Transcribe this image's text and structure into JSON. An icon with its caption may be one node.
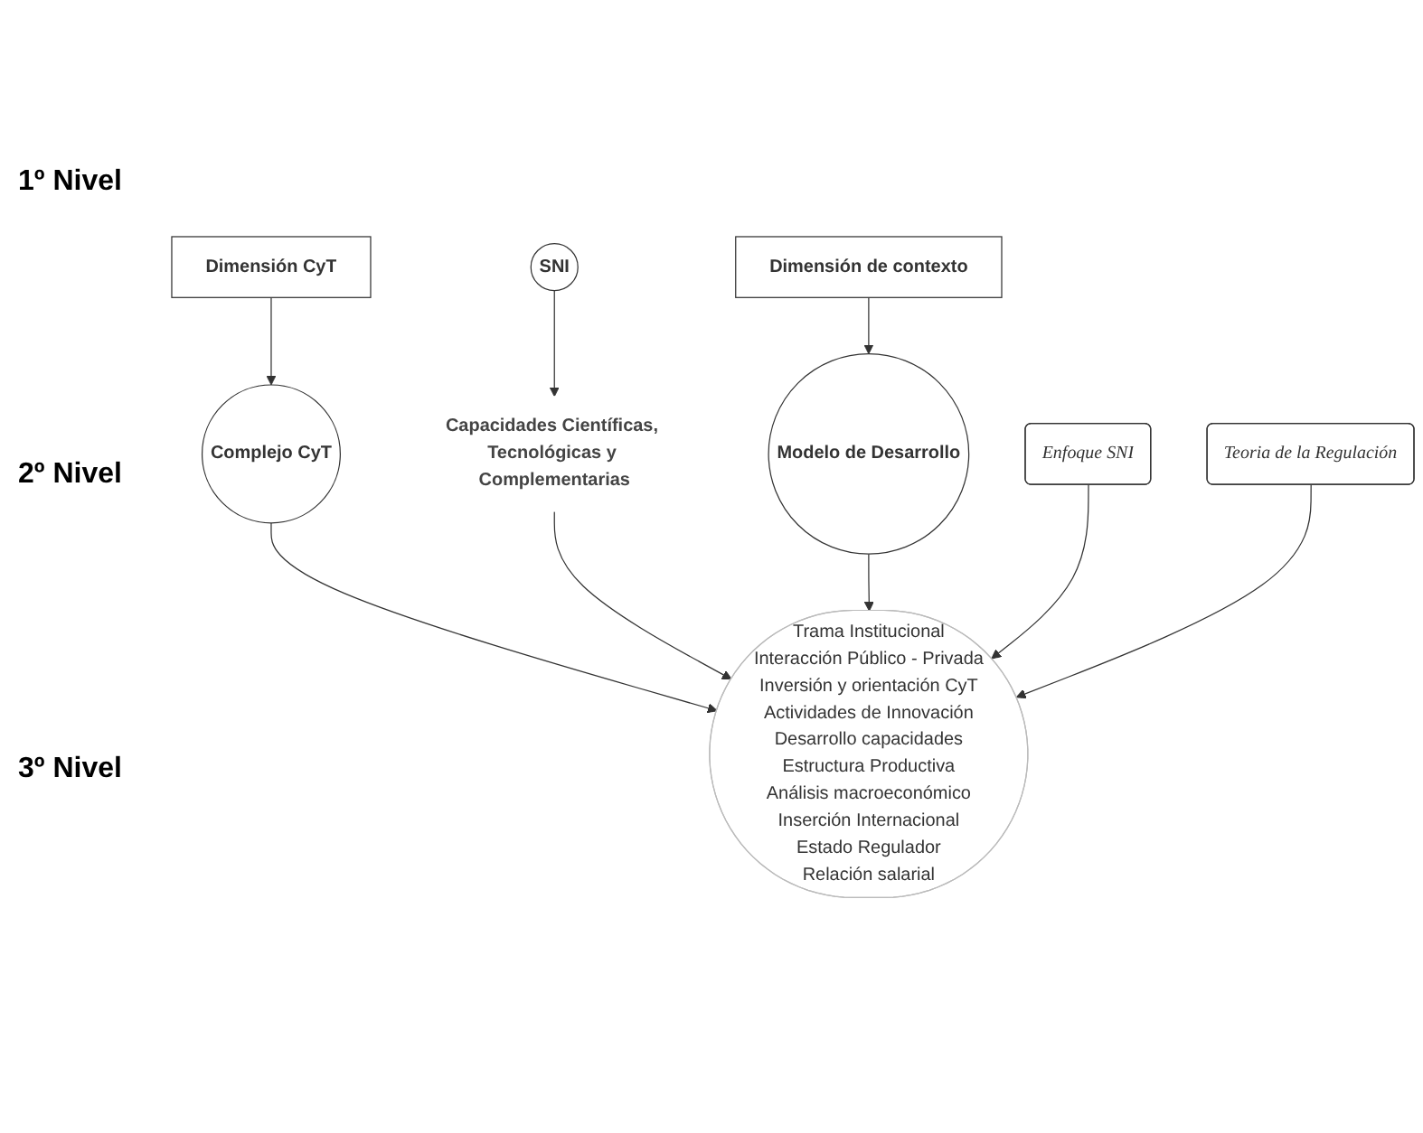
{
  "diagram": {
    "nodes": [
      {
        "text": [
          "Dimensión CyT"
        ]
      },
      {
        "text": [
          "Dimensión de contexto"
        ]
      },
      {
        "text": [
          "Enfoque SNI"
        ]
      },
      {
        "text": [
          "Teoria de la Regulación"
        ]
      },
      {
        "text": [
          "Complejo CyT"
        ]
      },
      {
        "text": [
          "SNI"
        ]
      },
      {
        "text": [
          "Modelo de Desarrollo"
        ]
      },
      {
        "text": [
          "Capacidades Científicas, Tecnológicas y Complementarias"
        ]
      },
      {
        "text": [
          "Trama Institucional",
          "Interacción Público - Privada",
          "Inversión y orientación CyT",
          "Actividades de Innovación",
          "Desarrollo capacidades",
          "Estructura Productiva",
          "Análisis macroeconómico",
          "Inserción Internacional",
          "Estado Regulador",
          "Relación salarial"
        ]
      }
    ],
    "edges": [
      {
        "from": 0,
        "to": 4,
        "arrow": "to"
      },
      {
        "from": 1,
        "to": 6,
        "arrow": "to"
      },
      {
        "from": 5,
        "to": 7,
        "arrow": "to"
      },
      {
        "from": 4,
        "to": 8,
        "arrow": "to"
      },
      {
        "from": 7,
        "to": 8,
        "arrow": "to"
      },
      {
        "from": 6,
        "to": 8,
        "arrow": "to"
      },
      {
        "from": 2,
        "to": 8,
        "arrow": "to"
      },
      {
        "from": 3,
        "to": 8,
        "arrow": "to"
      }
    ],
    "labels": [
      "1º Nivel",
      "2º Nivel",
      "3º Nivel"
    ]
  }
}
